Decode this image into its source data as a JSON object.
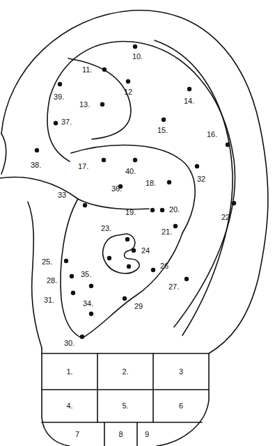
{
  "diagram": {
    "nodes": [
      {
        "text": [
          "1."
        ]
      },
      {
        "text": [
          "2."
        ]
      },
      {
        "text": [
          "3"
        ]
      },
      {
        "text": [
          "4."
        ]
      },
      {
        "text": [
          "5."
        ]
      },
      {
        "text": [
          "6"
        ]
      },
      {
        "text": [
          "7"
        ]
      },
      {
        "text": [
          "8"
        ]
      },
      {
        "text": [
          "9"
        ]
      }
    ],
    "labels": [
      "10.",
      "11.",
      "12",
      "39.",
      "13.",
      "14.",
      "15.",
      "16.",
      "37.",
      "38.",
      "17.",
      "40.",
      "32",
      "18.",
      "36.",
      "33",
      "19.",
      "20.",
      "22",
      "21.",
      "23.",
      "24",
      "25.",
      "26",
      "28.",
      "35.",
      "27.",
      "31.",
      "34.",
      "29",
      "30."
    ]
  }
}
